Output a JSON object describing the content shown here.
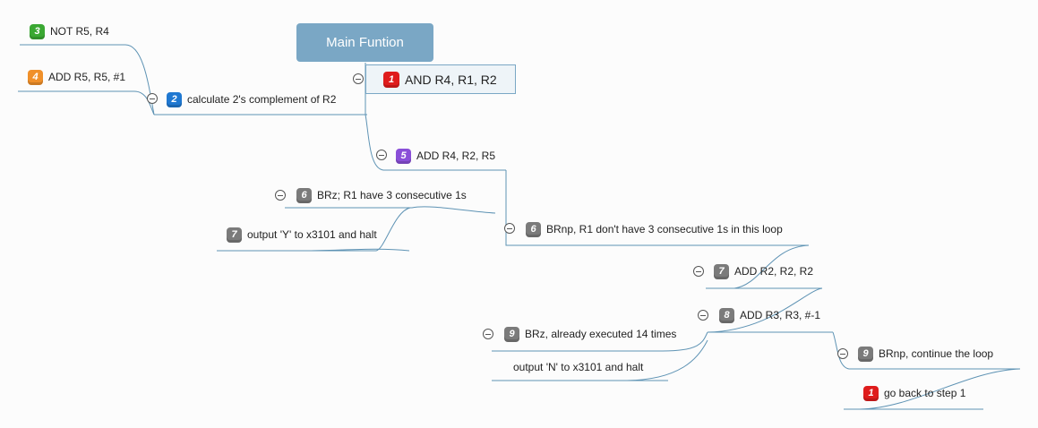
{
  "diagram": {
    "root": {
      "label": "Main Funtion"
    },
    "nodes": [
      {
        "id": "n-and",
        "badge": "1",
        "badge_color": "#df1c1c",
        "label": "AND R4, R1, R2"
      },
      {
        "id": "n-calc",
        "badge": "2",
        "badge_color": "#1f78d1",
        "label": "calculate 2's complement of R2"
      },
      {
        "id": "n-not",
        "badge": "3",
        "badge_color": "#3aa832",
        "label": "NOT R5, R4"
      },
      {
        "id": "n-addr5",
        "badge": "4",
        "badge_color": "#f0902a",
        "label": "ADD R5, R5, #1"
      },
      {
        "id": "n-addr4",
        "badge": "5",
        "badge_color": "#8a4fd8",
        "label": "ADD R4, R2, R5"
      },
      {
        "id": "n-brz1",
        "badge": "6",
        "badge_color": "#7b7b7b",
        "label": "BRz;  R1 have 3 consecutive 1s"
      },
      {
        "id": "n-outy",
        "badge": "7",
        "badge_color": "#7b7b7b",
        "label": "output 'Y' to x3101 and halt"
      },
      {
        "id": "n-brnp1",
        "badge": "6",
        "badge_color": "#7b7b7b",
        "label": "BRnp, R1 don't have 3 consecutive 1s in this loop"
      },
      {
        "id": "n-addr2",
        "badge": "7",
        "badge_color": "#7b7b7b",
        "label": "ADD R2, R2, R2"
      },
      {
        "id": "n-addr3",
        "badge": "8",
        "badge_color": "#7b7b7b",
        "label": "ADD R3, R3, #-1"
      },
      {
        "id": "n-brz2",
        "badge": "9",
        "badge_color": "#7b7b7b",
        "label": "BRz, already executed 14 times"
      },
      {
        "id": "n-outn",
        "badge": "",
        "badge_color": "",
        "label": "output 'N' to x3101 and halt"
      },
      {
        "id": "n-brnp2",
        "badge": "9",
        "badge_color": "#7b7b7b",
        "label": "BRnp, continue the loop"
      },
      {
        "id": "n-goback",
        "badge": "1",
        "badge_color": "#df1c1c",
        "label": "go back to step 1"
      }
    ],
    "line_color": "#5e93b4"
  }
}
